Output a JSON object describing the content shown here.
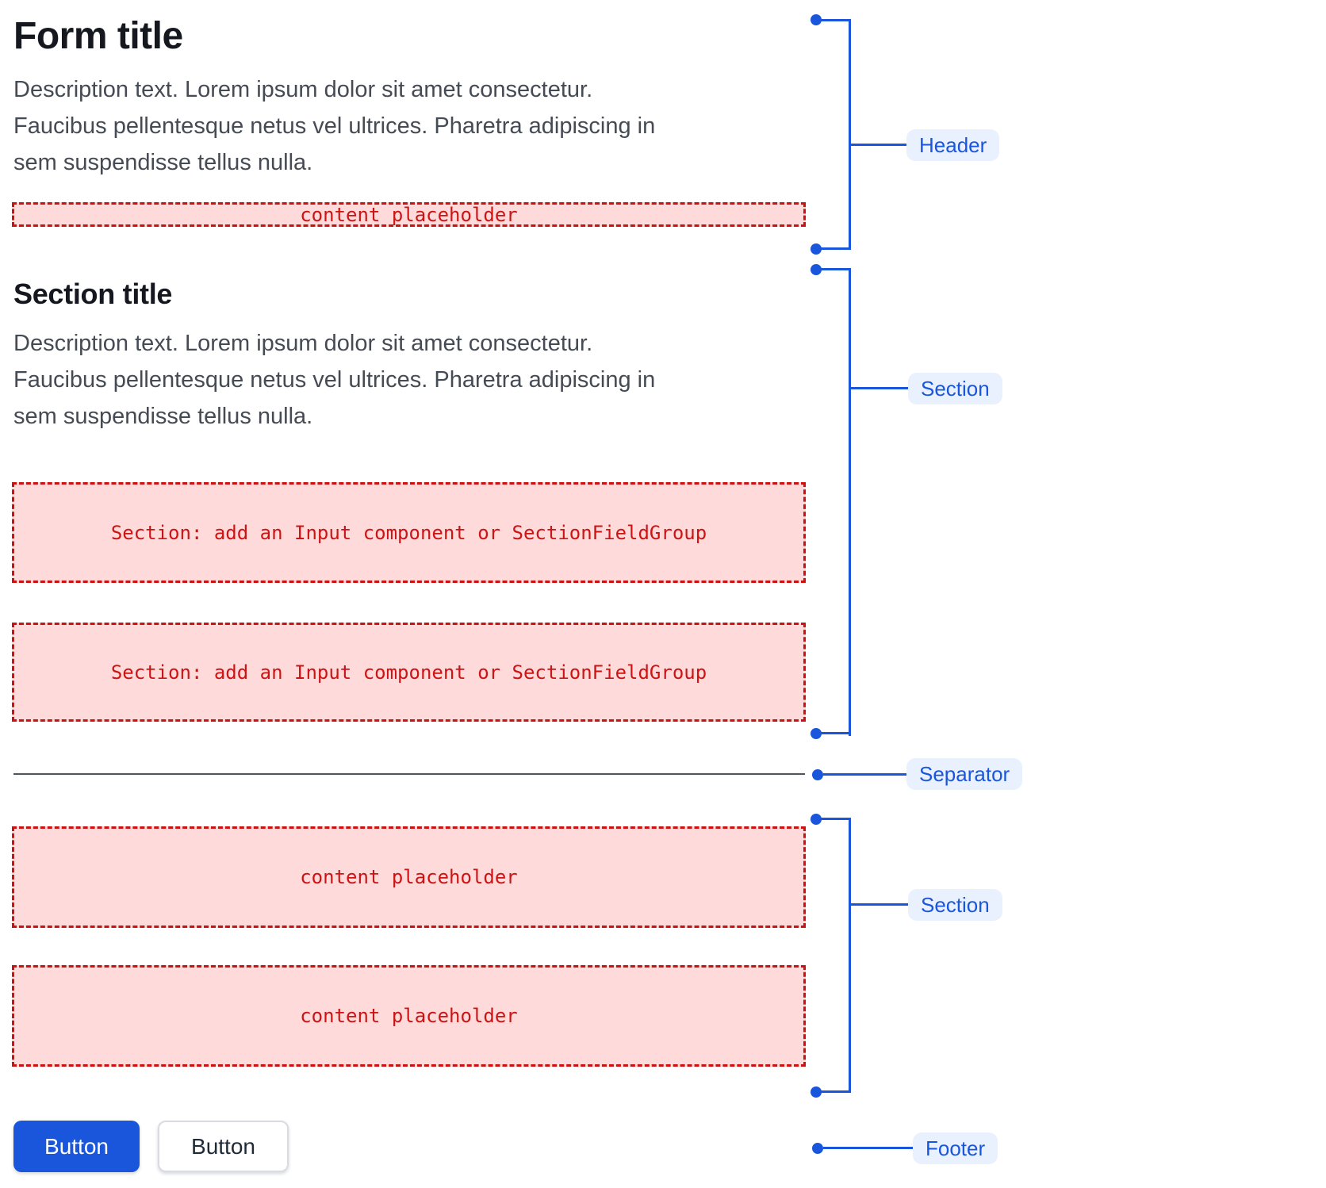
{
  "form": {
    "title": "Form title",
    "description": "Description text. Lorem ipsum dolor sit amet consectetur.\nFaucibus pellentesque netus vel ultrices. Pharetra adipiscing in\nsem suspendisse tellus nulla.",
    "header_placeholder": "content placeholder"
  },
  "section": {
    "title": "Section title",
    "description": "Description text. Lorem ipsum dolor sit amet consectetur.\nFaucibus pellentesque netus vel ultrices. Pharetra adipiscing in\nsem suspendisse tellus nulla.",
    "field_placeholders": [
      "Section: add an Input component or SectionFieldGroup",
      "Section: add an Input component or SectionFieldGroup"
    ]
  },
  "content_section": {
    "placeholders": [
      "content placeholder",
      "content placeholder"
    ]
  },
  "footer": {
    "primary_button_label": "Button",
    "secondary_button_label": "Button"
  },
  "annotations": {
    "header": "Header",
    "section_1": "Section",
    "separator": "Separator",
    "section_2": "Section",
    "footer": "Footer"
  },
  "colors": {
    "annotation_blue": "#1a56db",
    "annotation_pill_bg": "#eaf1fe",
    "placeholder_red": "#cc1414",
    "placeholder_pink_bg": "#ffdada",
    "placeholder_border_red": "#cc1111",
    "primary_button_blue": "#1a56db",
    "separator_gray": "#4e545c"
  }
}
